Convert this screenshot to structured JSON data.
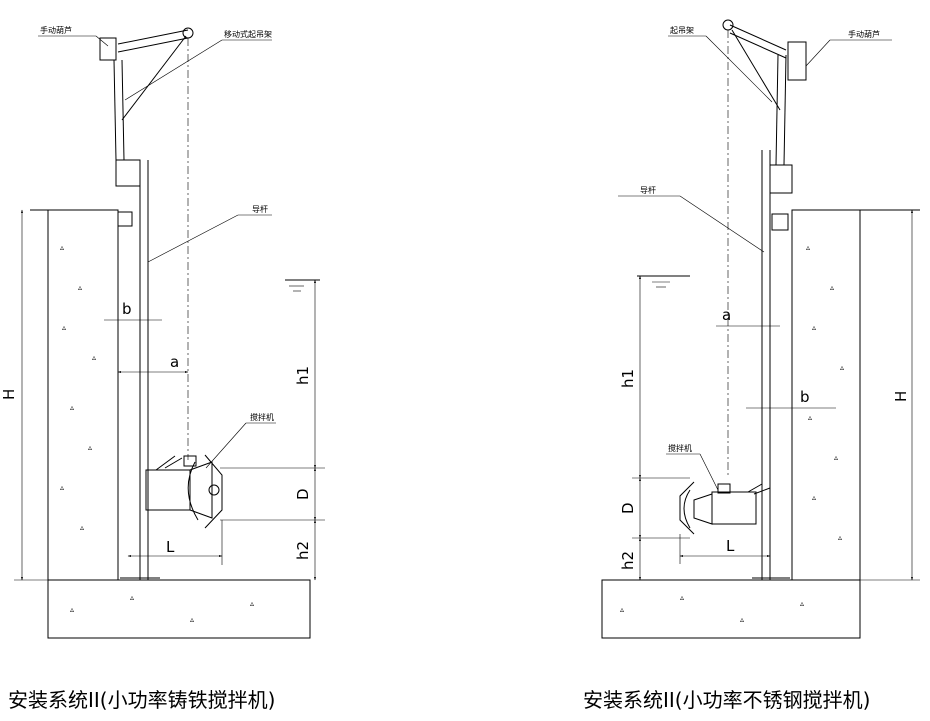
{
  "left_figure": {
    "caption": "安装系统II(小功率铸铁搅拌机)",
    "labels": {
      "hoist": "手动葫芦",
      "frame": "移动式起吊架",
      "guide_rod": "导杆",
      "mixer": "搅拌机"
    },
    "dimensions": {
      "H": "H",
      "h1": "h1",
      "h2": "h2",
      "D": "D",
      "L": "L",
      "a": "a",
      "b": "b"
    }
  },
  "right_figure": {
    "caption": "安装系统II(小功率不锈钢搅拌机)",
    "labels": {
      "hoist": "手动葫芦",
      "frame": "起吊架",
      "guide_rod": "导杆",
      "mixer": "搅拌机"
    },
    "dimensions": {
      "H": "H",
      "h1": "h1",
      "h2": "h2",
      "D": "D",
      "L": "L",
      "a": "a",
      "b": "b"
    }
  }
}
